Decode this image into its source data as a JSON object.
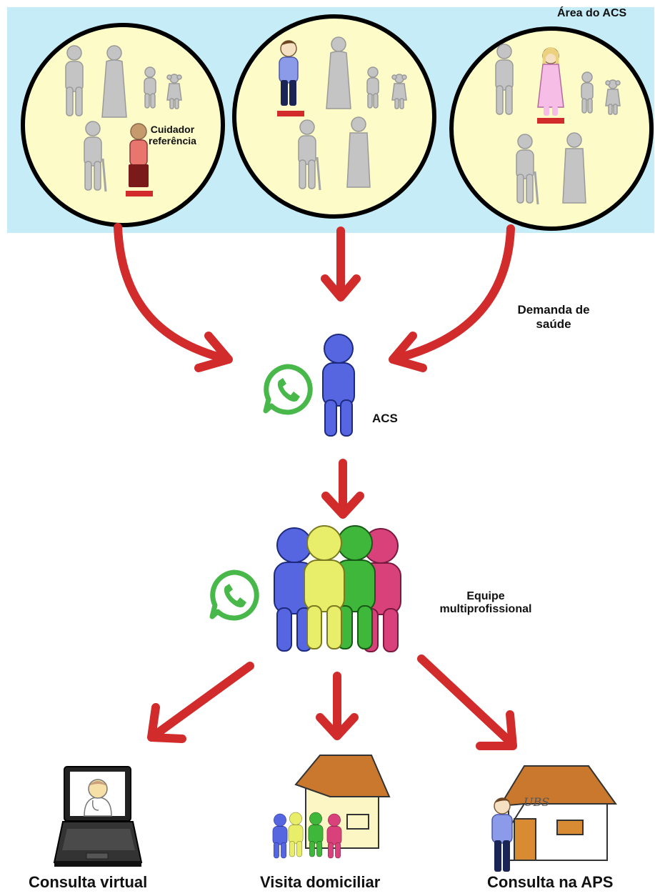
{
  "labels": {
    "area": "Área do ACS",
    "cuidador_line1": "Cuidador",
    "cuidador_line2": "referência",
    "demanda_line1": "Demanda de",
    "demanda_line2": "saúde",
    "acs": "ACS",
    "equipe_line1": "Equipe",
    "equipe_line2": "multiprofissional",
    "consulta_virtual": "Consulta virtual",
    "visita_domiciliar": "Visita domiciliar",
    "consulta_aps": "Consulta na APS",
    "ubs_sign": "UBS"
  },
  "colors": {
    "area_background": "#c6ecf8",
    "family_circle": "#fdfbc7",
    "arrow": "#d12b2b",
    "person_gray": "#c4c4c4",
    "acs_blue": "#5566e0",
    "team_yellow": "#e8ee6a",
    "team_green": "#3fb73a",
    "team_pink": "#d9417a",
    "whatsapp": "#49b84a",
    "roof": "#c9782e",
    "house_wall": "#fbf6c4"
  },
  "icons": [
    "whatsapp-icon",
    "laptop-icon",
    "house-icon",
    "ubs-building-icon"
  ]
}
